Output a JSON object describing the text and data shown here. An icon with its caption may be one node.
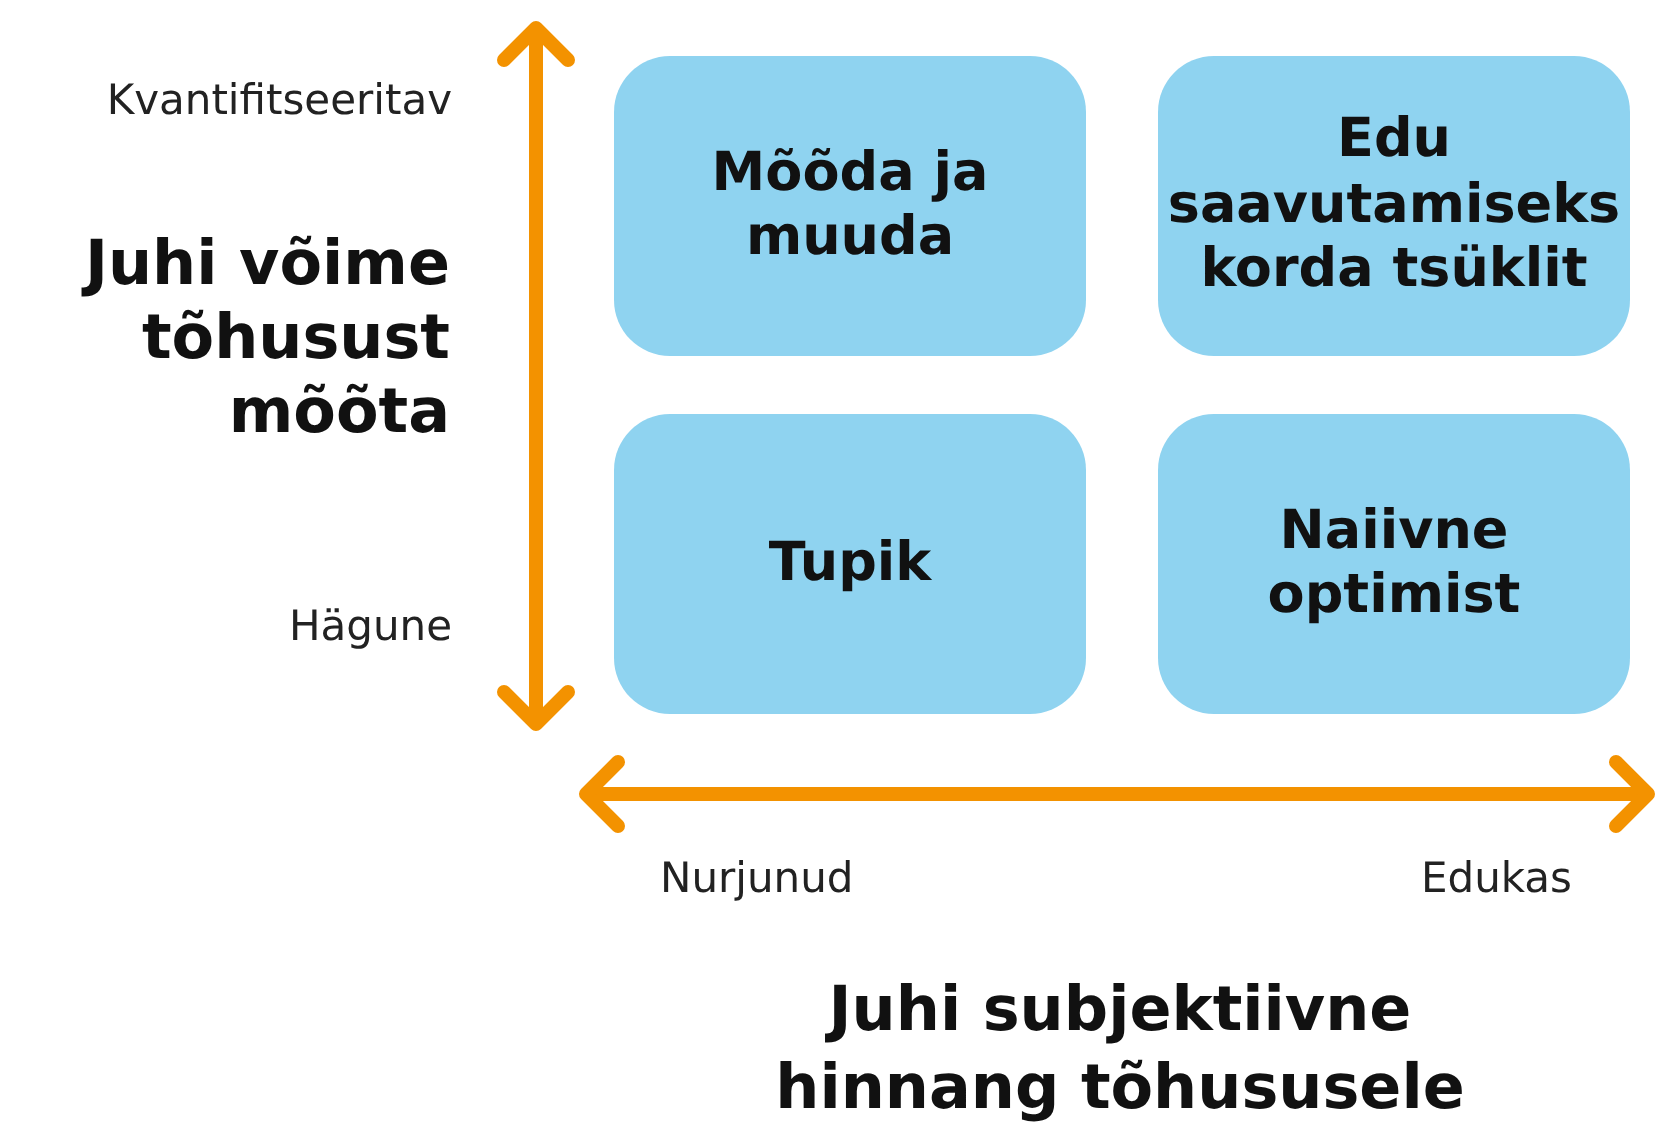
{
  "diagram": {
    "nodes": [
      {
        "text": [
          "Mõõda ja muuda"
        ]
      },
      {
        "text": [
          "Edu saavutamiseks korda tsüklit"
        ]
      },
      {
        "text": [
          "Tupik"
        ]
      },
      {
        "text": [
          "Naiivne optimist"
        ]
      }
    ],
    "edges": [],
    "labels": [
      "Kvantifitseeritav",
      "Juhi võime tõhusust mõõta",
      "Hägune",
      "Nurjunud",
      "Edukas",
      "Juhi subjektiivne hinnang tõhususele"
    ]
  }
}
